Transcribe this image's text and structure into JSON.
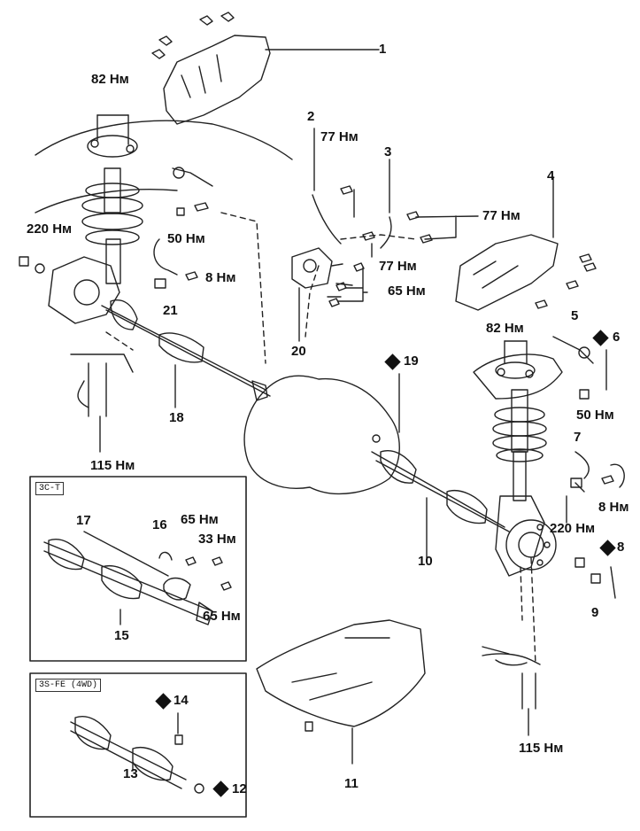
{
  "part_numbers": [
    "1",
    "2",
    "3",
    "4",
    "5",
    "6",
    "7",
    "8",
    "9",
    "10",
    "11",
    "12",
    "13",
    "14",
    "15",
    "16",
    "17",
    "18",
    "19",
    "20",
    "21"
  ],
  "torques": {
    "t_82_top": "82 Нм",
    "t_77_a": "77 Нм",
    "t_77_b": "77 Нм",
    "t_77_c": "77 Нм",
    "t_220_left": "220 Нм",
    "t_50_left": "50 Нм",
    "t_8_left": "8 Нм",
    "t_65_mid": "65 Нм",
    "t_82_right": "82 Нм",
    "t_50_right": "50 Нм",
    "t_8_right": "8 Нм",
    "t_220_right": "220 Нм",
    "t_115_left": "115 Нм",
    "t_115_right": "115 Нм",
    "t_65_box_a": "65 Нм",
    "t_33_box": "33 Нм",
    "t_65_box_b": "65 Нм"
  },
  "insets": {
    "top_tag": "3C-T",
    "bottom_tag": "3S-FE (4WD)"
  },
  "marker": "diamond"
}
